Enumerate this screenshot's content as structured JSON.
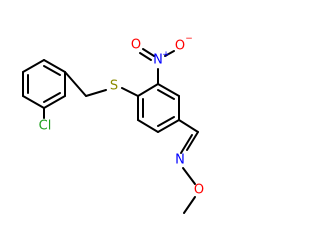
{
  "molecule": {
    "atoms": {
      "sulfur": {
        "label": "S",
        "color": "#8B8B00"
      },
      "chlorine": {
        "label": "Cl",
        "color": "#1FA01F"
      },
      "nitro_n": {
        "label": "N",
        "color": "#0000FF",
        "charge": "+"
      },
      "nitro_o_top": {
        "label": "O",
        "color": "#FF0000",
        "charge": "−"
      },
      "nitro_o_side": {
        "label": "O",
        "color": "#FF0000"
      },
      "oxime_n": {
        "label": "N",
        "color": "#0000FF"
      },
      "oxime_o": {
        "label": "O",
        "color": "#FF0000"
      }
    },
    "bond_color": "#000000"
  }
}
